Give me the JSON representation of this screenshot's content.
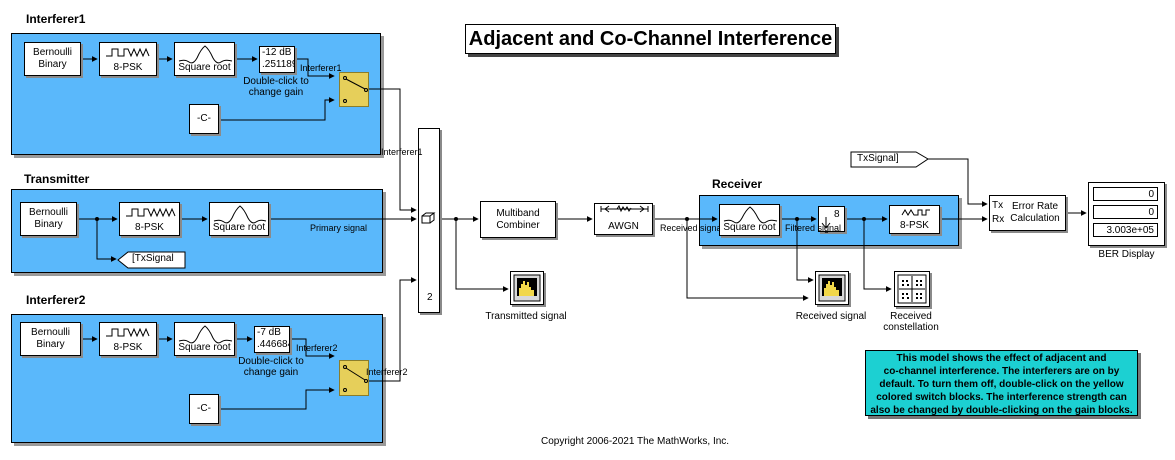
{
  "title": "Adjacent and Co-Channel Interference",
  "copyright": "Copyright 2006-2021 The MathWorks, Inc.",
  "interferer1": {
    "title": "Interferer1",
    "source": "Bernoulli\nBinary",
    "modulator": "8-PSK",
    "filter": "Square root",
    "gain_db": "-12 dB",
    "gain_lin": ".251189",
    "gain_hint": "Double-click to\nchange gain",
    "switch_label": "Interferer1",
    "constant": "-C-",
    "out_label": "Interferer1"
  },
  "transmitter": {
    "title": "Transmitter",
    "source": "Bernoulli\nBinary",
    "modulator": "8-PSK",
    "filter": "Square root",
    "out_label": "Primary signal",
    "goto": "[TxSignal"
  },
  "interferer2": {
    "title": "Interferer2",
    "source": "Bernoulli\nBinary",
    "modulator": "8-PSK",
    "filter": "Square root",
    "gain_db": "-7 dB",
    "gain_lin": ".446684",
    "gain_hint": "Double-click to\nchange gain",
    "switch_label": "Interferer2",
    "constant": "-C-",
    "out_label": "Interferer2"
  },
  "mux": {
    "port_count": "2"
  },
  "combiner": "Multiband\nCombiner",
  "channel": {
    "label": "AWGN",
    "out_label": "Received signal"
  },
  "receiver": {
    "title": "Receiver",
    "filter": "Square root",
    "downsample": "8",
    "out_label": "Filtered signal",
    "demodulator": "8-PSK"
  },
  "from_tag": "TxSignal]",
  "error_rate": {
    "tx": "Tx",
    "rx": "Rx",
    "label": "Error Rate\nCalculation"
  },
  "ber_display": {
    "label": "BER Display",
    "values": [
      "0",
      "0",
      "3.003e+05"
    ]
  },
  "scopes": {
    "transmitted": "Transmitted signal",
    "received": "Received signal",
    "constellation": "Received\nconstellation"
  },
  "note": "This model shows the effect of adjacent and\nco-channel interference. The interferers are on by\ndefault. To turn them off, double-click on the yellow\ncolored switch blocks. The interference strength can\nalso be changed by double-clicking on the gain blocks.",
  "colors": {
    "subsystem": "#5ab8fb",
    "switch": "#e6cf5a",
    "note": "#1cd0d2"
  }
}
